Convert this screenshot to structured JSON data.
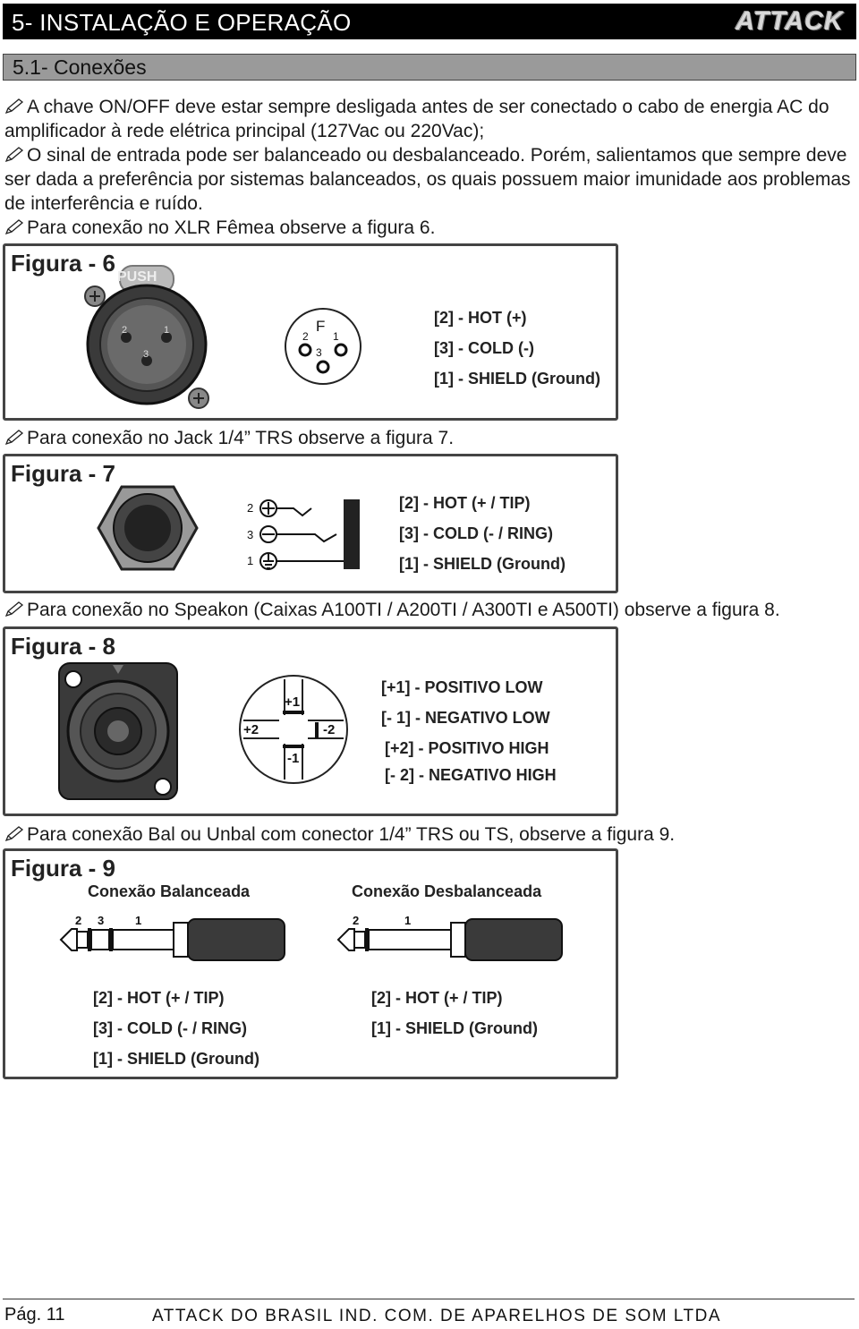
{
  "header": {
    "title": "5- INSTALAÇÃO E OPERAÇÃO",
    "brand": "ATTACK"
  },
  "section": {
    "title": "5.1- Conexões"
  },
  "paragraphs": {
    "p1": "A chave ON/OFF deve estar sempre desligada antes de ser conectado o cabo de energia AC do amplificador à rede elétrica principal (127Vac ou 220Vac);",
    "p2": "O sinal de entrada pode ser balanceado ou desbalanceado. Porém, salientamos que sempre deve ser dada a preferência por sistemas balanceados, os quais possuem maior imunidade aos problemas de interferência e ruído.",
    "p3": "Para conexão no XLR Fêmea observe a figura 6.",
    "p4": "Para conexão no Jack 1/4” TRS observe a figura 7.",
    "p5": "Para conexão no Speakon (Caixas A100TI / A200TI / A300TI e A500TI) observe a figura 8.",
    "p6": "Para conexão Bal ou Unbal com conector 1/4” TRS ou TS,  observe a figura 9."
  },
  "fig6": {
    "title": "Figura - 6",
    "push": "PUSH",
    "xlr_pins": [
      "2",
      "1",
      "3"
    ],
    "diagram_letter": "F",
    "diagram_pins": [
      "2",
      "1",
      "3"
    ],
    "labels": [
      "[2] - HOT (+)",
      "[3] - COLD (-)",
      "[1] - SHIELD (Ground)"
    ]
  },
  "fig7": {
    "title": "Figura - 7",
    "pins": [
      "2",
      "3",
      "1"
    ],
    "labels": [
      "[2] - HOT (+ / TIP)",
      "[3] - COLD (- / RING)",
      "[1] - SHIELD (Ground)"
    ]
  },
  "fig8": {
    "title": "Figura - 8",
    "diagram": [
      "+1",
      "+2",
      "-2",
      "-1"
    ],
    "labels": [
      "[+1] - POSITIVO LOW",
      "[- 1] - NEGATIVO LOW",
      "[+2] - POSITIVO HIGH",
      "[- 2] - NEGATIVO HIGH"
    ]
  },
  "fig9": {
    "title": "Figura - 9",
    "bal": {
      "heading": "Conexão Balanceada",
      "pins": [
        "2",
        "3",
        "1"
      ],
      "labels": [
        "[2] - HOT (+ / TIP)",
        "[3] - COLD (- / RING)",
        "[1] - SHIELD (Ground)"
      ]
    },
    "unbal": {
      "heading": "Conexão Desbalanceada",
      "pins": [
        "2",
        "1"
      ],
      "labels": [
        "[2] - HOT (+ / TIP)",
        "[1] - SHIELD (Ground)"
      ]
    }
  },
  "footer": {
    "page": "Pág. 11",
    "company": "ATTACK DO BRASIL IND. COM. DE APARELHOS DE SOM LTDA"
  }
}
